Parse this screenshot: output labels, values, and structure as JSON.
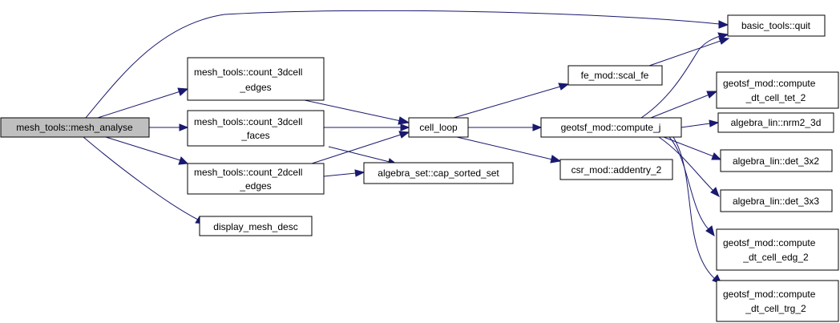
{
  "graph": {
    "colors": {
      "edge": "#191970",
      "root_fill": "#bfbfbf",
      "node_fill": "#ffffff",
      "node_border": "#000000"
    },
    "nodes": {
      "mesh_analyse": {
        "lines": [
          "mesh_tools::mesh_analyse"
        ],
        "root": true
      },
      "basic_quit": {
        "lines": [
          "basic_tools::quit"
        ]
      },
      "count_3dcell_edges": {
        "lines": [
          "mesh_tools::count_3dcell",
          "_edges"
        ]
      },
      "count_3dcell_faces": {
        "lines": [
          "mesh_tools::count_3dcell",
          "_faces"
        ]
      },
      "count_2dcell_edges": {
        "lines": [
          "mesh_tools::count_2dcell",
          "_edges"
        ]
      },
      "display_mesh_desc": {
        "lines": [
          "display_mesh_desc"
        ]
      },
      "cell_loop": {
        "lines": [
          "cell_loop"
        ]
      },
      "cap_sorted_set": {
        "lines": [
          "algebra_set::cap_sorted_set"
        ]
      },
      "scal_fe": {
        "lines": [
          "fe_mod::scal_fe"
        ]
      },
      "compute_j": {
        "lines": [
          "geotsf_mod::compute_j"
        ]
      },
      "addentry_2": {
        "lines": [
          "csr_mod::addentry_2"
        ]
      },
      "compute_dt_cell_tet_2": {
        "lines": [
          "geotsf_mod::compute",
          "_dt_cell_tet_2"
        ]
      },
      "nrm2_3d": {
        "lines": [
          "algebra_lin::nrm2_3d"
        ]
      },
      "det_3x2": {
        "lines": [
          "algebra_lin::det_3x2"
        ]
      },
      "det_3x3": {
        "lines": [
          "algebra_lin::det_3x3"
        ]
      },
      "compute_dt_cell_edg_2": {
        "lines": [
          "geotsf_mod::compute",
          "_dt_cell_edg_2"
        ]
      },
      "compute_dt_cell_trg_2": {
        "lines": [
          "geotsf_mod::compute",
          "_dt_cell_trg_2"
        ]
      }
    },
    "edges": [
      {
        "from": "mesh_analyse",
        "to": "basic_quit"
      },
      {
        "from": "mesh_analyse",
        "to": "count_3dcell_edges"
      },
      {
        "from": "mesh_analyse",
        "to": "count_3dcell_faces"
      },
      {
        "from": "mesh_analyse",
        "to": "count_2dcell_edges"
      },
      {
        "from": "mesh_analyse",
        "to": "display_mesh_desc"
      },
      {
        "from": "count_3dcell_edges",
        "to": "cell_loop"
      },
      {
        "from": "count_3dcell_faces",
        "to": "cell_loop"
      },
      {
        "from": "count_3dcell_faces",
        "to": "cap_sorted_set"
      },
      {
        "from": "count_2dcell_edges",
        "to": "cell_loop"
      },
      {
        "from": "count_2dcell_edges",
        "to": "cap_sorted_set"
      },
      {
        "from": "cell_loop",
        "to": "scal_fe"
      },
      {
        "from": "cell_loop",
        "to": "compute_j"
      },
      {
        "from": "cell_loop",
        "to": "addentry_2"
      },
      {
        "from": "scal_fe",
        "to": "basic_quit"
      },
      {
        "from": "compute_j",
        "to": "basic_quit"
      },
      {
        "from": "compute_j",
        "to": "compute_dt_cell_tet_2"
      },
      {
        "from": "compute_j",
        "to": "nrm2_3d"
      },
      {
        "from": "compute_j",
        "to": "det_3x2"
      },
      {
        "from": "compute_j",
        "to": "det_3x3"
      },
      {
        "from": "compute_j",
        "to": "compute_dt_cell_edg_2"
      },
      {
        "from": "compute_j",
        "to": "compute_dt_cell_trg_2"
      }
    ]
  }
}
